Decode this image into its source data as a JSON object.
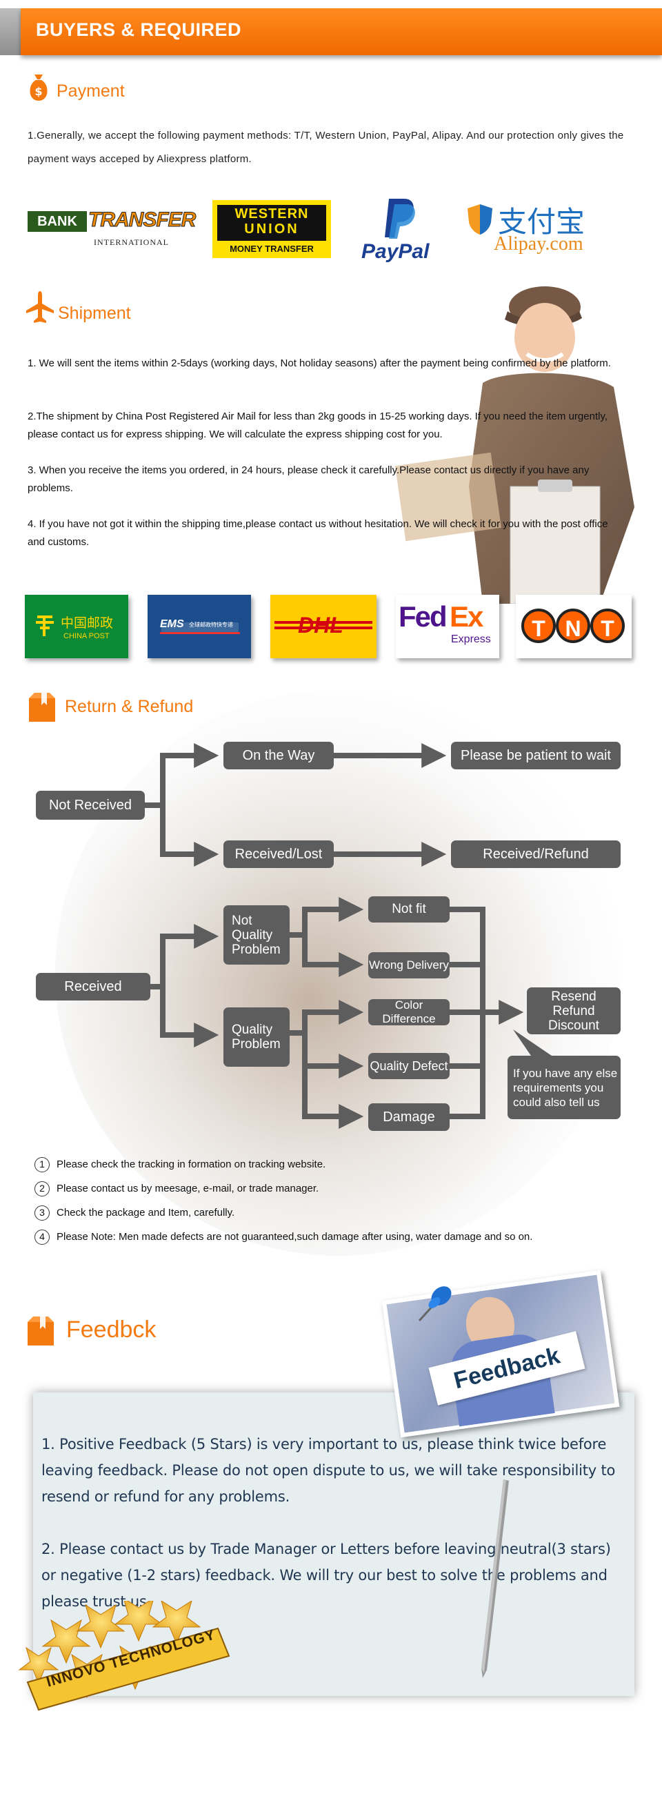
{
  "header": {
    "title": "BUYERS & REQUIRED"
  },
  "payment": {
    "title": "Payment",
    "text": "1.Generally, we accept the following payment methods: T/T, Western Union, PayPal, Alipay. And our protection only gives the payment ways acceped by Aliexpress platform.",
    "logos": {
      "bank_top": "BANK",
      "bank_main": "TRANSFER",
      "bank_sub": "INTERNATIONAL",
      "wu_line1": "WESTERN",
      "wu_line2": "UNION",
      "wu_sub": "MONEY TRANSFER",
      "paypal": "PayPal",
      "alipay_cn": "支付宝",
      "alipay_en": "Alipay.com"
    }
  },
  "shipment": {
    "title": "Shipment",
    "items": [
      "1. We will sent the items within 2-5days (working days, Not holiday seasons) after the payment being confirmed by the platform.",
      "2.The shipment by China Post Registered Air Mail for less than 2kg goods in 15-25 working days. If you need the item urgently, please contact us for express shipping. We will calculate the express shipping cost for you.",
      "3. When you receive the items you ordered, in 24 hours, please check it carefully.Please contact us directly if you have any problems.",
      "4. If you have not got it within the shipping time,please contact us without hesitation. We will check it for you with the post office and customs."
    ],
    "carriers": {
      "chinapost_cn": "中国邮政",
      "chinapost_en": "CHINA POST",
      "ems": "EMS",
      "ems_cn": "全球邮政特快专递",
      "dhl": "DHL",
      "fedex_fed": "Fed",
      "fedex_ex": "Ex",
      "fedex_sub": "Express",
      "tnt": [
        "T",
        "N",
        "T"
      ]
    }
  },
  "refund": {
    "title": "Return & Refund",
    "nodes": {
      "not_received": "Not Received",
      "on_the_way": "On the Way",
      "be_patient": "Please be patient to wait",
      "received_lost": "Received/Lost",
      "received_refund": "Received/Refund",
      "received": "Received",
      "not_quality": "Not Quality Problem",
      "quality": "Quality Problem",
      "not_fit": "Not fit",
      "wrong_delivery": "Wrong Delivery",
      "color_difference": "Color Difference",
      "quality_defect": "Quality Defect",
      "damage": "Damage",
      "resend": "Resend Refund Discount",
      "anything_else": "If you have any else requirements you could also tell us"
    },
    "notes": [
      {
        "num": "1",
        "text": "Please check the tracking in formation on tracking website."
      },
      {
        "num": "2",
        "text": "Please contact us by meesage, e-mail, or trade manager."
      },
      {
        "num": "3",
        "text": "Check the package and Item, carefully."
      },
      {
        "num": "4",
        "text": "Please Note: Men made defects are not guaranteed,such damage after using, water damage and so on."
      }
    ]
  },
  "feedback": {
    "title": "Feedbck",
    "card_label": "Feedback",
    "items": [
      "1. Positive Feedback (5 Stars) is very important to us, please think twice before leaving feedback. Please do not open dispute to us,  we will take responsibility to resend or refund for any problems.",
      "2. Please contact us by Trade Manager or Letters before leaving neutral(3 stars) or negative (1-2 stars) feedback. We will try our best to solve the problems and please trust us."
    ],
    "badge": "INNOVO TECHNOLOGY"
  },
  "colors": {
    "accent": "#f47a10",
    "node": "#5d5d5d",
    "card": "#e6eef0"
  }
}
